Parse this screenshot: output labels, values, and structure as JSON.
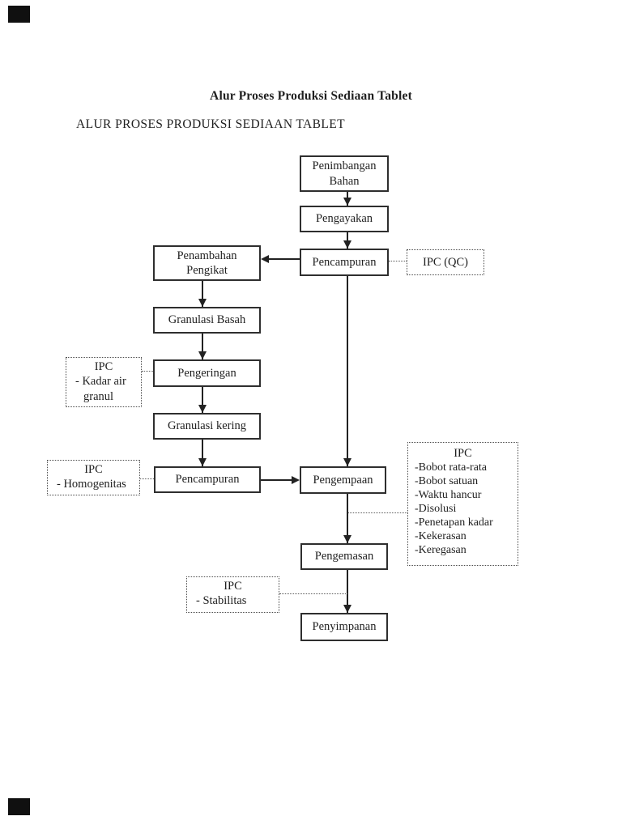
{
  "page": {
    "title": "Alur Proses Produksi Sediaan Tablet",
    "heading": "ALUR PROSES PRODUKSI SEDIAAN TABLET",
    "background_color": "#ffffff",
    "ink_color": "#1f1f1f"
  },
  "flowchart": {
    "nodes": {
      "penimbangan_bahan": "Penimbangan Bahan",
      "pengayakan": "Pengayakan",
      "pencampuran_1": "Pencampuran",
      "penambahan_pengikat": "Penambahan Pengikat",
      "granulasi_basah": "Granulasi Basah",
      "pengeringan": "Pengeringan",
      "granulasi_kering": "Granulasi kering",
      "pencampuran_2": "Pencampuran",
      "pengempaan": "Pengempaan",
      "pengemasan": "Pengemasan",
      "penyimpanan": "Penyimpanan"
    },
    "ipc": {
      "qc": {
        "label": "IPC (QC)"
      },
      "kadar_air": {
        "title": "IPC",
        "lines": [
          "- Kadar air",
          "granul"
        ]
      },
      "homogenitas": {
        "title": "IPC",
        "lines": [
          "- Homogenitas"
        ]
      },
      "tablet_tests": {
        "title": "IPC",
        "lines": [
          "-Bobot rata-rata",
          "-Bobot satuan",
          "-Waktu hancur",
          "-Disolusi",
          "-Penetapan kadar",
          "-Kekerasan",
          "-Keregasan"
        ]
      },
      "stabilitas": {
        "title": "IPC",
        "lines": [
          "- Stabilitas"
        ]
      }
    }
  }
}
